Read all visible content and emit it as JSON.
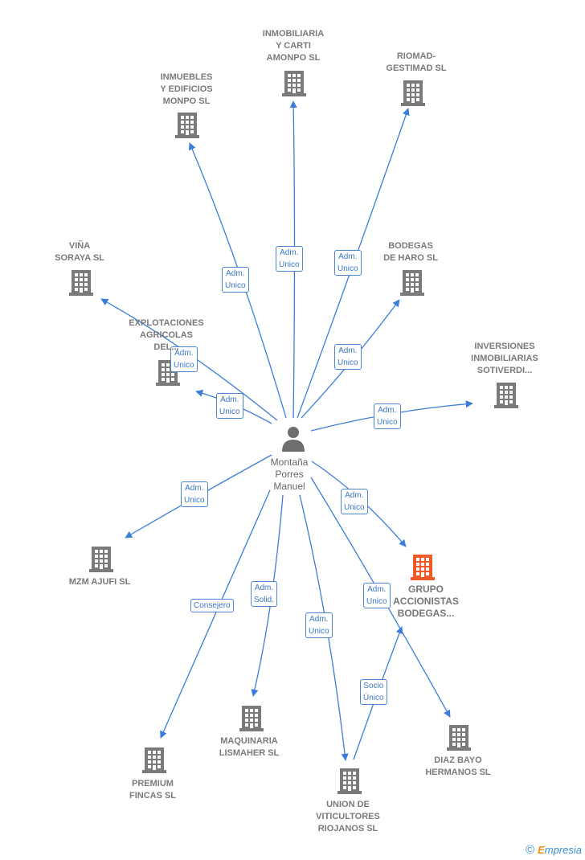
{
  "center": {
    "name": "Montaña\nPorres\nManuel"
  },
  "nodes": [
    {
      "id": "inmobiliaria-carti",
      "label": "INMOBILIARIA\nY CARTI\nAMONPO  SL"
    },
    {
      "id": "riomad",
      "label": "RIOMAD-\nGESTIMAD SL"
    },
    {
      "id": "inmuebles-monpo",
      "label": "INMUEBLES\nY EDIFICIOS\nMONPO  SL"
    },
    {
      "id": "vina-soraya",
      "label": "VIÑA\nSORAYA  SL"
    },
    {
      "id": "bodegas-haro",
      "label": "BODEGAS\nDE HARO  SL"
    },
    {
      "id": "explotaciones",
      "label": "EXPLOTACIONES\nAGRICOLAS\nDEL..."
    },
    {
      "id": "inversiones",
      "label": "INVERSIONES\nINMOBILIARIAS\nSOTIVERDI..."
    },
    {
      "id": "mzm",
      "label": "MZM AJUFI  SL"
    },
    {
      "id": "grupo",
      "label": "GRUPO\nACCIONISTAS\nBODEGAS..."
    },
    {
      "id": "maquinaria",
      "label": "MAQUINARIA\nLISMAHER  SL"
    },
    {
      "id": "premium",
      "label": "PREMIUM\nFINCAS  SL"
    },
    {
      "id": "union",
      "label": "UNION DE\nVITICULTORES\nRIOJANOS  SL"
    },
    {
      "id": "diaz",
      "label": "DIAZ BAYO\nHERMANOS  SL"
    }
  ],
  "edges": [
    {
      "from": "center",
      "to": "inmobiliaria-carti",
      "label": "Adm.\nUnico"
    },
    {
      "from": "center",
      "to": "riomad",
      "label": "Adm.\nUnico"
    },
    {
      "from": "center",
      "to": "inmuebles-monpo",
      "label": "Adm.\nUnico"
    },
    {
      "from": "center",
      "to": "vina-soraya",
      "label": "Adm.\nUnico"
    },
    {
      "from": "center",
      "to": "explotaciones",
      "label": "Adm.\nUnico"
    },
    {
      "from": "center",
      "to": "bodegas-haro",
      "label": "Adm.\nUnico"
    },
    {
      "from": "center",
      "to": "inversiones",
      "label": "Adm.\nUnico"
    },
    {
      "from": "center",
      "to": "mzm",
      "label": "Adm.\nUnico"
    },
    {
      "from": "center",
      "to": "grupo",
      "label": "Adm.\nUnico"
    },
    {
      "from": "center",
      "to": "diaz",
      "label": "Adm.\nUnico"
    },
    {
      "from": "center",
      "to": "maquinaria",
      "label": "Adm.\nSolid."
    },
    {
      "from": "center",
      "to": "union",
      "label": "Adm.\nUnico"
    },
    {
      "from": "center",
      "to": "premium",
      "label": "Consejero"
    },
    {
      "from": "union",
      "to": "grupo",
      "label": "Socio\nÚnico"
    }
  ],
  "colors": {
    "edge": "#3b7dd8",
    "building": "#7a7a7a",
    "highlight": "#f05a28",
    "person": "#6e6e6e"
  },
  "brand": {
    "symbol": "©",
    "first": "E",
    "rest": "mpresia"
  }
}
